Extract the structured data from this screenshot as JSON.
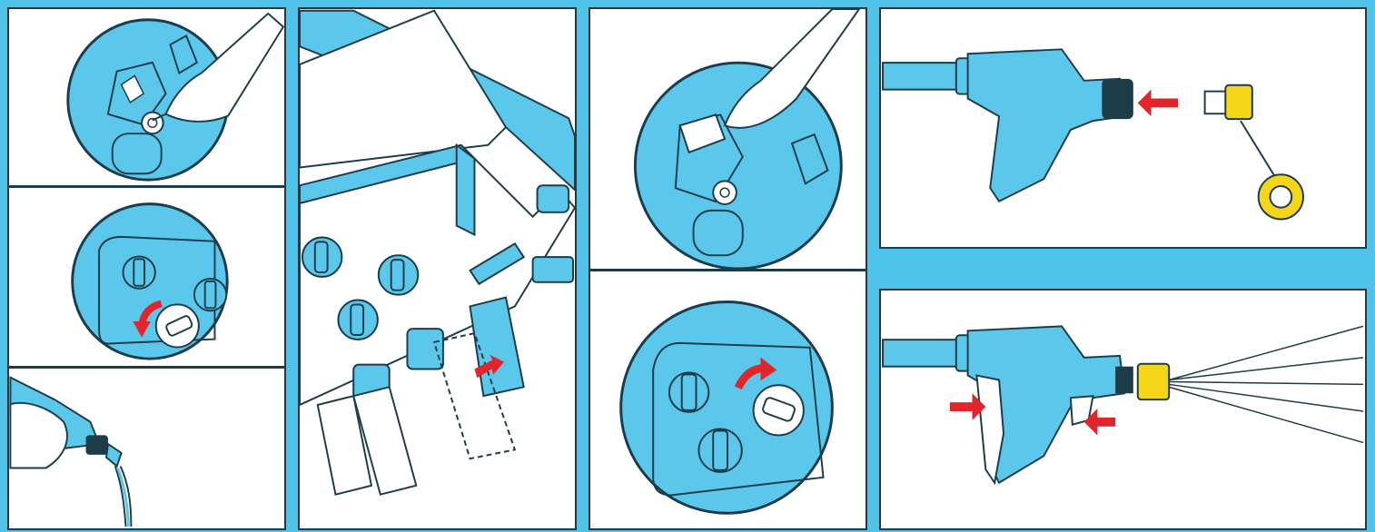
{
  "palette": {
    "background": "#4fc3ea",
    "machine_blue": "#5bc7ea",
    "outline": "#1d3c4a",
    "arrow_red": "#e0262c",
    "nozzle_yellow": "#f5d518",
    "white": "#ffffff"
  },
  "panels": [
    {
      "id": "p1a",
      "icon": "hand-pressing-button-icon",
      "description": "power-button-press"
    },
    {
      "id": "p1b",
      "icon": "knob-rotate-icon",
      "description": "knob-turn-counterclockwise"
    },
    {
      "id": "p1c",
      "icon": "spray-gun-drain-icon",
      "description": "gun-drain-water"
    },
    {
      "id": "p2",
      "icon": "hose-connect-icon",
      "description": "hose-connection-to-machine"
    },
    {
      "id": "p3a",
      "icon": "hand-pressing-button-icon",
      "description": "power-switch-press"
    },
    {
      "id": "p3b",
      "icon": "knob-rotate-icon",
      "description": "knob-turn-clockwise"
    },
    {
      "id": "p4a",
      "icon": "nozzle-insert-icon",
      "description": "insert-nozzle-into-gun"
    },
    {
      "id": "p4b",
      "icon": "spray-icon",
      "description": "pull-trigger-spray"
    }
  ]
}
